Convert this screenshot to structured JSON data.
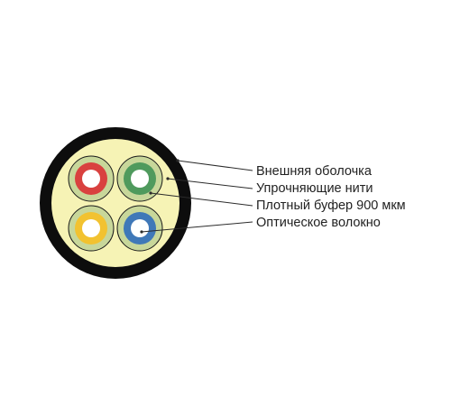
{
  "labels": {
    "outer_jacket": "Внешняя оболочка",
    "strength_members": "Упрочняющие нити",
    "tight_buffer": "Плотный буфер 900 мкм",
    "optical_fiber": "Оптическое волокно"
  },
  "colors": {
    "jacket": "#0d0d0d",
    "filler": "#f6f3b5",
    "buffer_ring": "#c8d79a",
    "fiber_core": "#ffffff",
    "fiber_red": "#d9413f",
    "fiber_green": "#4f9a5d",
    "fiber_yellow": "#f2c230",
    "fiber_blue": "#3f78b8"
  },
  "fibers": [
    {
      "id": "red",
      "color_key": "fiber_red"
    },
    {
      "id": "green",
      "color_key": "fiber_green"
    },
    {
      "id": "yellow",
      "color_key": "fiber_yellow"
    },
    {
      "id": "blue",
      "color_key": "fiber_blue"
    }
  ]
}
